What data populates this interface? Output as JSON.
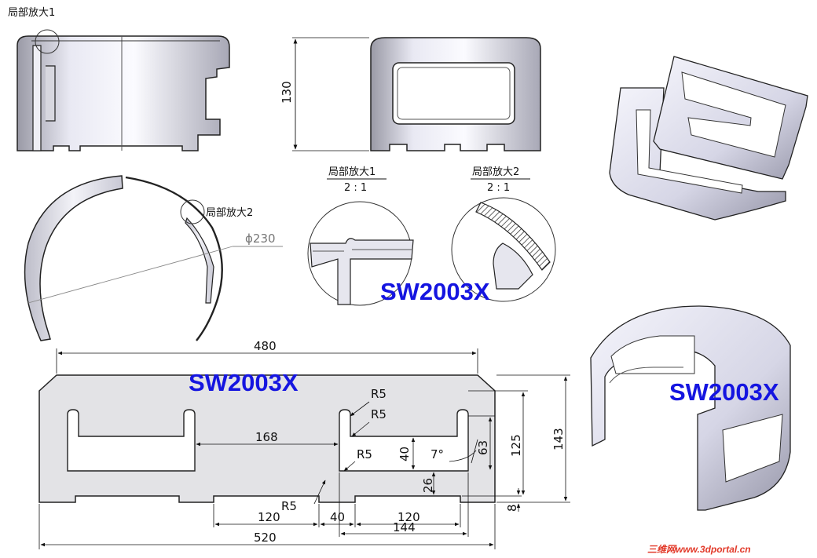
{
  "labels": {
    "detail1_title": "局部放大1",
    "detail2_title": "局部放大2",
    "detail1_caption": "局部放大1",
    "detail1_scale": "2 : 1",
    "detail2_caption": "局部放大2",
    "detail2_scale": "2 : 1"
  },
  "dimensions": {
    "height_130": "130",
    "dia_230": "ϕ230",
    "w_480": "480",
    "w_520": "520",
    "w_168": "168",
    "w_120a": "120",
    "w_40": "40",
    "w_120b": "120",
    "w_144": "144",
    "h_143": "143",
    "h_125": "125",
    "h_63": "63",
    "h_40": "40",
    "h_26": "26",
    "h_8": "8",
    "ang_7": "7°",
    "r5_a": "R5",
    "r5_b": "R5",
    "r5_c": "R5",
    "r5_d": "R5"
  },
  "watermarks": {
    "wm1": "SW2003X",
    "wm2": "SW2003X",
    "wm3": "SW2003X"
  },
  "footer": "三维网www.3dportal.cn",
  "colors": {
    "part_fill": "#e3e3e6",
    "part_stroke": "#222222",
    "watermark": "#1515e0",
    "footer": "#e23a2a"
  }
}
